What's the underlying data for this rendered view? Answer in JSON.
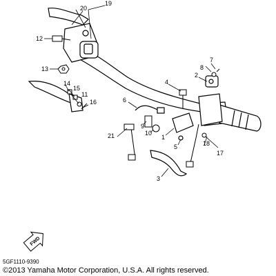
{
  "part_numbers": [
    "1",
    "2",
    "3",
    "4",
    "5",
    "6",
    "7",
    "8",
    "9",
    "10",
    "11",
    "12",
    "13",
    "14",
    "15",
    "16",
    "17",
    "18",
    "19",
    "20",
    "21"
  ],
  "direction_marker": "FWD",
  "diagram_code": "5GF1110-9390",
  "copyright": "©2013 Yamaha Motor Corporation, U.S.A. All rights reserved."
}
